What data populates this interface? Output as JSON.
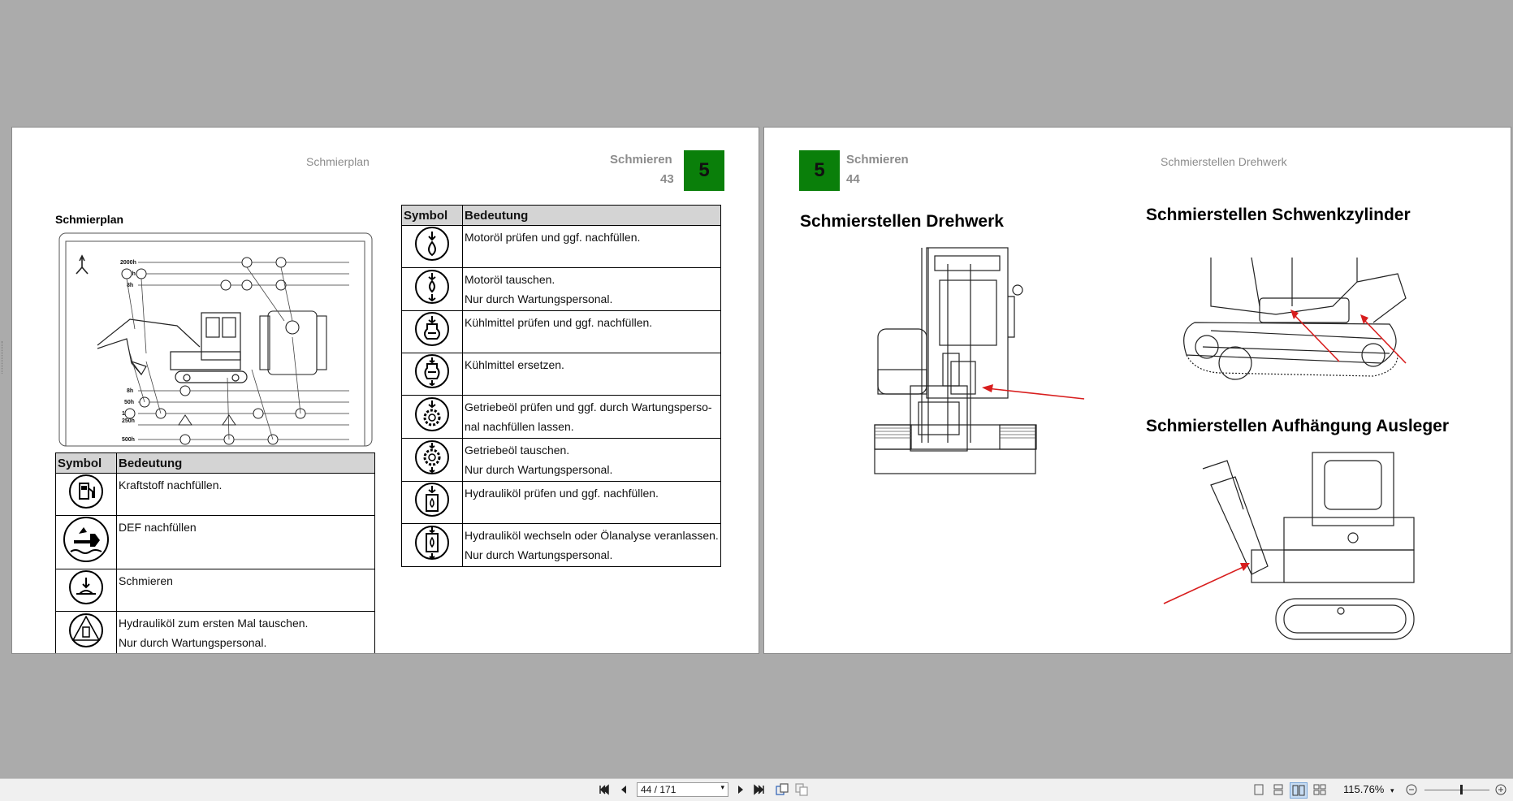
{
  "left_page": {
    "header_section": "Schmierplan",
    "header_chapter": "Schmieren",
    "page_number": "43",
    "chapter_number": "5",
    "title": "Schmierplan",
    "diagram_labels": [
      "2000h",
      "100h",
      "8h",
      "8h",
      "50h",
      "100h",
      "250h",
      "500h"
    ],
    "table1": {
      "col_symbol": "Symbol",
      "col_meaning": "Bedeutung",
      "rows": [
        {
          "icon": "fuel-icon",
          "line1": "Kraftstoff nachfüllen.",
          "line2": ""
        },
        {
          "icon": "def-icon",
          "line1": "DEF nachfüllen",
          "line2": ""
        },
        {
          "icon": "grease-icon",
          "line1": "Schmieren",
          "line2": ""
        },
        {
          "icon": "hydraulic-first-change-icon",
          "line1": "Hydrauliköl zum ersten Mal tauschen.",
          "line2": "Nur durch Wartungspersonal."
        }
      ]
    },
    "table2": {
      "col_symbol": "Symbol",
      "col_meaning": "Bedeutung",
      "rows": [
        {
          "icon": "engine-oil-check-icon",
          "line1": "Motoröl prüfen und ggf. nachfüllen.",
          "line2": ""
        },
        {
          "icon": "engine-oil-change-icon",
          "line1": "Motoröl tauschen.",
          "line2": "Nur durch Wartungspersonal."
        },
        {
          "icon": "coolant-check-icon",
          "line1": "Kühlmittel prüfen und ggf. nachfüllen.",
          "line2": ""
        },
        {
          "icon": "coolant-change-icon",
          "line1": "Kühlmittel ersetzen.",
          "line2": ""
        },
        {
          "icon": "gear-oil-check-icon",
          "line1": "Getriebeöl prüfen und ggf. durch Wartungsperso-",
          "line2": "nal nachfüllen lassen."
        },
        {
          "icon": "gear-oil-change-icon",
          "line1": "Getriebeöl tauschen.",
          "line2": "Nur durch Wartungspersonal."
        },
        {
          "icon": "hydraulic-oil-check-icon",
          "line1": "Hydrauliköl prüfen und ggf. nachfüllen.",
          "line2": ""
        },
        {
          "icon": "hydraulic-oil-change-icon",
          "line1": "Hydrauliköl wechseln oder Ölanalyse veranlassen.",
          "line2": "Nur durch Wartungspersonal."
        }
      ]
    }
  },
  "right_page": {
    "chapter_number": "5",
    "header_chapter": "Schmieren",
    "page_number": "44",
    "header_section": "Schmierstellen Drehwerk",
    "heading_drehwerk": "Schmierstellen Drehwerk",
    "heading_schwenkzylinder": "Schmierstellen Schwenkzylinder",
    "heading_ausleger": "Schmierstellen Aufhängung Ausleger"
  },
  "toolbar": {
    "page_indicator": "44 / 171",
    "zoom": "115.76%"
  },
  "colors": {
    "chapter_green": "#0a7f0a",
    "arrow_red": "#d81e1e",
    "background": "#ababab"
  }
}
